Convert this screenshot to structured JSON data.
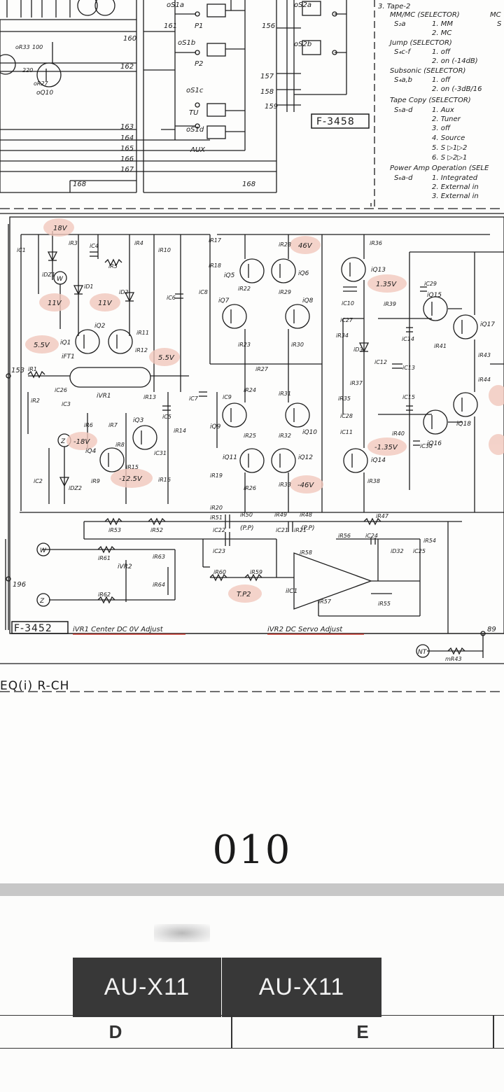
{
  "legend": {
    "lines": [
      {
        "sym": "",
        "text": "3. Tape-2"
      },
      {
        "sym": "",
        "text": "MM/MC (SELECTOR)"
      },
      {
        "sym": "S₂a",
        "text": "1. MM"
      },
      {
        "sym": "",
        "text": "2. MC"
      },
      {
        "sym": "",
        "text": "Jump (SELECTOR)"
      },
      {
        "sym": "S₄c-f",
        "text": "1. off"
      },
      {
        "sym": "",
        "text": "2. on (-14dB)"
      },
      {
        "sym": "",
        "text": "Subsonic (SELECTOR)"
      },
      {
        "sym": "S₄a,b",
        "text": "1. off"
      },
      {
        "sym": "",
        "text": "2. on (-3dB/16"
      },
      {
        "sym": "",
        "text": "Tape Copy (SELECTOR)"
      },
      {
        "sym": "S₅a-d",
        "text": "1. Aux"
      },
      {
        "sym": "",
        "text": "2. Tuner"
      },
      {
        "sym": "",
        "text": "3. off"
      },
      {
        "sym": "",
        "text": "4. Source"
      },
      {
        "sym": "",
        "text": "5. S ▷1▷2"
      },
      {
        "sym": "",
        "text": "6. S ▷2▷1"
      },
      {
        "sym": "",
        "text": "Power Amp Operation (SELE"
      },
      {
        "sym": "S₆a-d",
        "text": "1. Integrated"
      },
      {
        "sym": "",
        "text": "2. External in"
      },
      {
        "sym": "",
        "text": "3. External in"
      }
    ],
    "mc_label": "MC",
    "mc_sym": "S"
  },
  "boards": {
    "upper": "F-3458",
    "lower": "F-3452",
    "section": "EQ(i) R-CH"
  },
  "switches": [
    "oS1a",
    "oS1b",
    "oS1c",
    "oS1d",
    "oS2a",
    "oS2b"
  ],
  "switch_positions": [
    "P1",
    "P2",
    "TU",
    "AUX"
  ],
  "nodes": [
    "160",
    "161",
    "162",
    "163",
    "164",
    "165",
    "166",
    "167",
    "168",
    "156",
    "157",
    "158",
    "159",
    "196",
    "89",
    "153"
  ],
  "voltages": [
    "18V",
    "11V",
    "11V",
    "5.5V",
    "5.5V",
    "-18V",
    "-12.5V",
    "46V",
    "-46V",
    "1.35V",
    "-1.35V",
    "T.P2"
  ],
  "transistors": [
    "iQ1",
    "iQ2",
    "iQ3",
    "iQ4",
    "iQ5",
    "iQ6",
    "iQ7",
    "iQ8",
    "iQ9",
    "iQ10",
    "iQ11",
    "iQ12",
    "iQ13",
    "iQ14",
    "iQ15",
    "iQ16",
    "iQ17",
    "iQ18",
    "oQ10"
  ],
  "resistors": [
    "iR1",
    "iR2",
    "iR3",
    "iR4",
    "iR5",
    "iR6",
    "iR7",
    "iR8",
    "iR9",
    "iR10",
    "iR11",
    "iR12",
    "iR13",
    "iR14",
    "iR15",
    "iR16",
    "iR17",
    "iR18",
    "iR19",
    "iR20",
    "iR21",
    "iR22",
    "iR23",
    "iR24",
    "iR25",
    "iR26",
    "iR27",
    "iR28",
    "iR29",
    "iR30",
    "iR31",
    "iR32",
    "iR33",
    "iR34",
    "iR35",
    "iR36",
    "iR37",
    "iR38",
    "iR39",
    "iR40",
    "iR41",
    "iR43",
    "iR44",
    "iR47",
    "iR48",
    "iR49",
    "iR50",
    "iR51",
    "iR52",
    "iR53",
    "iR54",
    "iR55",
    "iR56",
    "iR57",
    "iR58",
    "iR59",
    "iR60",
    "iR61",
    "iR62",
    "iR63",
    "iR64",
    "mR43",
    "oR27",
    "oR33"
  ],
  "resistor_values": {
    "oR27": "220",
    "oR33": "100"
  },
  "capacitors": [
    "iC1",
    "iC2",
    "iC3",
    "iC4",
    "iC5",
    "iC6",
    "iC7",
    "iC8",
    "iC9",
    "iC10",
    "iC11",
    "iC12",
    "iC13",
    "iC14",
    "iC15",
    "iC21",
    "iC22",
    "iC23",
    "iC24",
    "iC25",
    "iC26",
    "iC27",
    "iC28",
    "iC29",
    "iC30",
    "iC31"
  ],
  "diodes": [
    "iD1",
    "iD2",
    "iD3",
    "iDZ1",
    "iDZ2",
    "iD32"
  ],
  "misc": {
    "fet": "iFT1",
    "vr1": "iVR1",
    "vr2": "iVR2",
    "ic": "iIC1",
    "pp1": "(P.P)",
    "pp2": "(P.P)",
    "w": "W",
    "z": "Z",
    "nt": "NT"
  },
  "notes": {
    "vr1": "iVR1 Center DC 0V Adjust",
    "vr2": "iVR2 DC Servo Adjust"
  },
  "page_number": "010",
  "model_tabs": [
    "AU-X11",
    "AU-X11"
  ],
  "columns": [
    "D",
    "E"
  ]
}
